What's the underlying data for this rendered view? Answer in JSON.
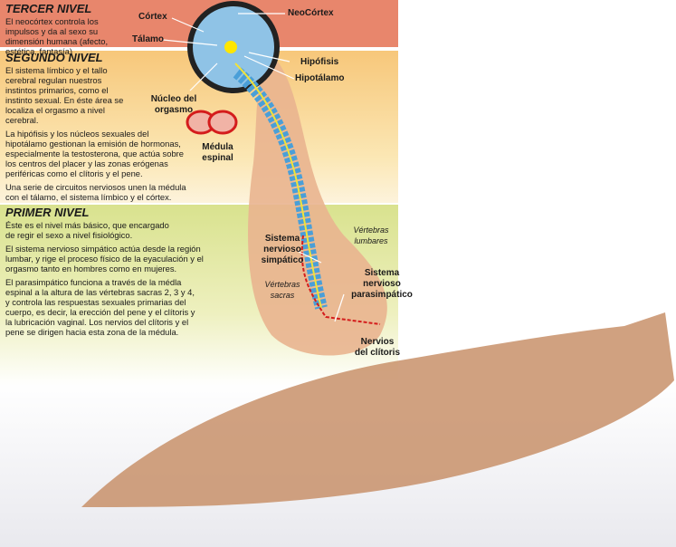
{
  "tercer_nivel": {
    "title": "TERCER NIVEL",
    "paragraphs": [
      "El neocórtex controla los impulsos y da al sexo su dimensión humana (afecto, estética, fantasía)"
    ]
  },
  "segundo_nivel": {
    "title": "SEGUNDO NIVEL",
    "paragraphs": [
      "El sistema límbico y el tallo cerebral regulan nuestros instintos primarios, como el instinto sexual. En éste área se localiza el orgasmo a nivel cerebral.",
      "La hipófisis y los núcleos sexuales del hipotálamo gestionan la emisión de hormonas, especialmente la testosterona, que actúa sobre los centros del placer y las zonas erógenas periféricas como el clítoris y el pene.",
      "Una serie de circuitos nerviosos unen la médula con el tálamo, el sistema límbico y el córtex."
    ]
  },
  "primer_nivel": {
    "title": "PRIMER NIVEL",
    "paragraphs": [
      "Éste es el nivel más básico, que encargado de regir el sexo a nivel fisiológico.",
      "El sistema nervioso simpático actúa desde la región lumbar, y rige el proceso físico de la eyaculación y el orgasmo tanto en hombres como en mujeres.",
      "El parasimpático funciona a través de la médla espinal a la altura de las vértebras sacras 2, 3 y 4, y controla las respuestas sexuales primarias del cuerpo, es decir, la erección del pene y el clítoris y la lubricación vaginal. Los nervios del clítoris y el pene se dirigen hacia esta zona de la médula."
    ]
  },
  "labels": {
    "cortex": "Córtex",
    "talamo": "Tálamo",
    "neocortex": "NeoCórtex",
    "hipofisis": "Hipófisis",
    "hipotalamo": "Hipotálamo",
    "nucleo": "Núcleo del orgasmo",
    "medula": "Médula espinal",
    "simpatico": "Sistema nervioso simpático",
    "lumbares": "Vértebras lumbares",
    "sacras": "Vértebras sacras",
    "parasimpatico": "Sistema nervioso parasimpático",
    "nervios": "Nervios del clítoris"
  }
}
